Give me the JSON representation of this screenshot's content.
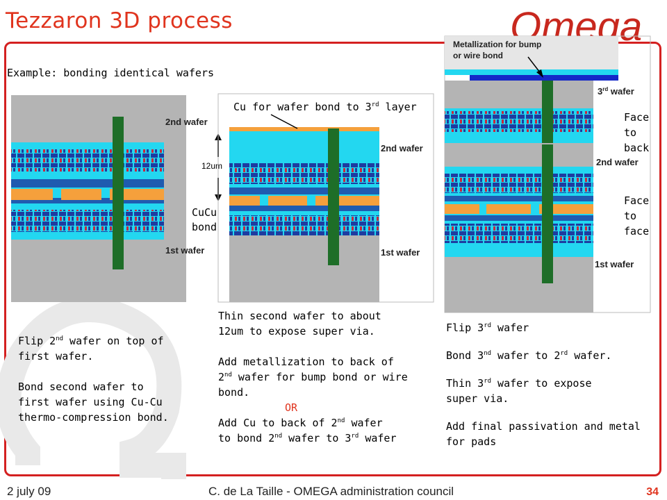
{
  "header": {
    "title": "Tezzaron 3D process"
  },
  "logo": {
    "text": "Omega",
    "color": "#c8281e"
  },
  "colors": {
    "accent": "#e0341e",
    "frame": "#d42020",
    "silicon": "#b4b4b4",
    "oxide": "#23d7f0",
    "metal": "#1e3ca0",
    "via": "#1e6e28",
    "bond": "#f5a03c",
    "bump_metal": "#1428c8"
  },
  "diagram": {
    "example_label": "Example: bonding identical wafers",
    "panel1": {
      "wafer_top": "2nd wafer",
      "wafer_bottom": "1st wafer"
    },
    "dim_label": "12um",
    "bond_label": [
      "CuCu",
      "bond"
    ],
    "panel2": {
      "callout": "Cu for wafer bond to 3",
      "callout_sup": "rd",
      "callout_tail": " layer",
      "wafer_top": "2nd wafer",
      "wafer_bottom": "1st wafer"
    },
    "panel3": {
      "metallization": [
        "Metallization for bump",
        "or wire bond"
      ],
      "wafer_top": "3",
      "wafer_top_sup": "rd",
      "wafer_top_tail": " wafer",
      "wafer_mid": "2nd wafer",
      "wafer_bottom": "1st wafer"
    },
    "face_to_back": [
      "Face",
      "to",
      "back"
    ],
    "face_to_face": [
      "Face",
      "to",
      "face"
    ]
  },
  "captions": {
    "col1": {
      "l1a": "Flip 2",
      "l1sup": "nd",
      "l1b": " wafer on top of",
      "l2": "first wafer.",
      "l3": "Bond second wafer to",
      "l4": "first wafer using Cu-Cu",
      "l5": "thermo-compression bond."
    },
    "col2": {
      "l1": "Thin second wafer to about",
      "l2": "12um to expose super via.",
      "l3": "Add metallization to back of",
      "l4a": "2",
      "l4sup": "nd",
      "l4b": " wafer for bump bond or wire",
      "l5": "bond.",
      "or": "OR",
      "l6a": "Add Cu to back of 2",
      "l6sup": "nd",
      "l6b": " wafer",
      "l7a": "to bond 2",
      "l7sup1": "nd",
      "l7b": " wafer to 3",
      "l7sup2": "rd",
      "l7c": " wafer"
    },
    "col3": {
      "l1a": "Flip 3",
      "l1sup": "rd",
      "l1b": " wafer",
      "l2a": "Bond 3",
      "l2sup1": "nd",
      "l2b": " wafer to 2",
      "l2sup2": "rd",
      "l2c": " wafer.",
      "l3": "Thin 3",
      "l3sup": "rd",
      "l3b": " wafer to expose",
      "l4": "super via.",
      "l5": "Add final passivation and metal",
      "l6": "for pads"
    }
  },
  "footer": {
    "date": "2 july 09",
    "author": "C. de La Taille - OMEGA administration council",
    "page": "34"
  }
}
